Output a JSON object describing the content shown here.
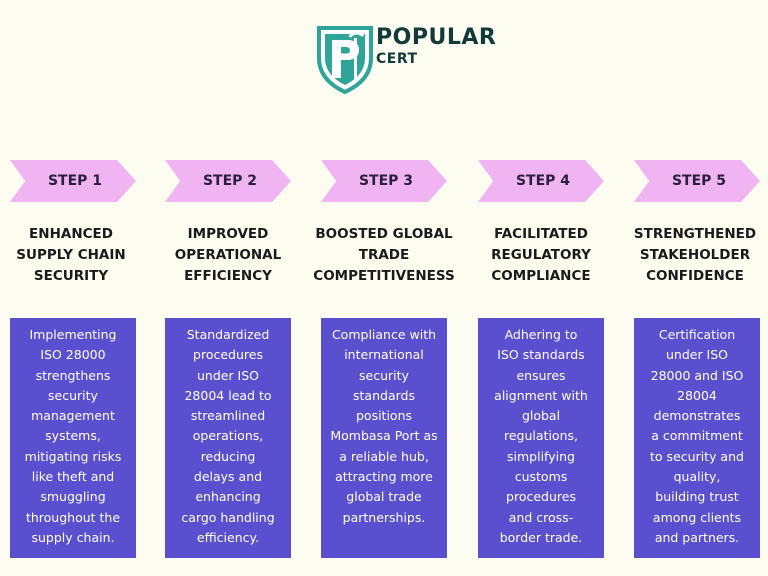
{
  "logo": {
    "line1": "POPULAR",
    "line2": "CERT",
    "colors": {
      "shield": "#2fa59a",
      "text": "#123a3a"
    }
  },
  "colors": {
    "background": "#fcfcf1",
    "chevron": "#f0b4f2",
    "box": "#5a4fcf"
  },
  "steps": [
    {
      "label": "STEP 1",
      "title": "ENHANCED\nSUPPLY CHAIN\nSECURITY",
      "description": "Implementing\nISO 28000\nstrengthens\nsecurity\nmanagement\nsystems,\nmitigating risks\nlike theft and\nsmuggling\nthroughout the\nsupply chain."
    },
    {
      "label": "STEP 2",
      "title": "IMPROVED\nOPERATIONAL\nEFFICIENCY",
      "description": "Standardized\nprocedures\nunder ISO\n28004 lead to\nstreamlined\noperations,\nreducing\ndelays and\nenhancing\ncargo handling\nefficiency."
    },
    {
      "label": "STEP 3",
      "title": "BOOSTED GLOBAL\nTRADE\nCOMPETITIVENESS",
      "description": "Compliance with\ninternational\nsecurity\nstandards\npositions\nMombasa Port as\na reliable hub,\nattracting more\nglobal trade\npartnerships."
    },
    {
      "label": "STEP 4",
      "title": "FACILITATED\nREGULATORY\nCOMPLIANCE",
      "description": "Adhering to\nISO standards\nensures\nalignment with\nglobal\nregulations,\nsimplifying\ncustoms\nprocedures\nand cross-\nborder trade."
    },
    {
      "label": "STEP 5",
      "title": "STRENGTHENED\nSTAKEHOLDER\nCONFIDENCE",
      "description": "Certification\nunder ISO\n28000 and ISO\n28004\ndemonstrates\na commitment\nto security and\nquality,\nbuilding trust\namong clients\nand partners."
    }
  ]
}
